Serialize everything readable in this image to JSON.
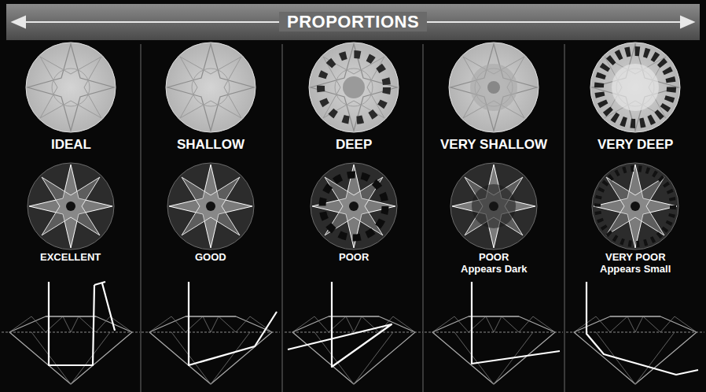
{
  "diagram": {
    "title": "PROPORTIONS",
    "labels": [
      "IDEAL",
      "SHALLOW",
      "DEEP",
      "VERY SHALLOW",
      "VERY DEEP",
      "EXCELLENT",
      "GOOD",
      "POOR",
      "POOR",
      "Appears Dark",
      "VERY POOR",
      "Appears Small"
    ]
  }
}
